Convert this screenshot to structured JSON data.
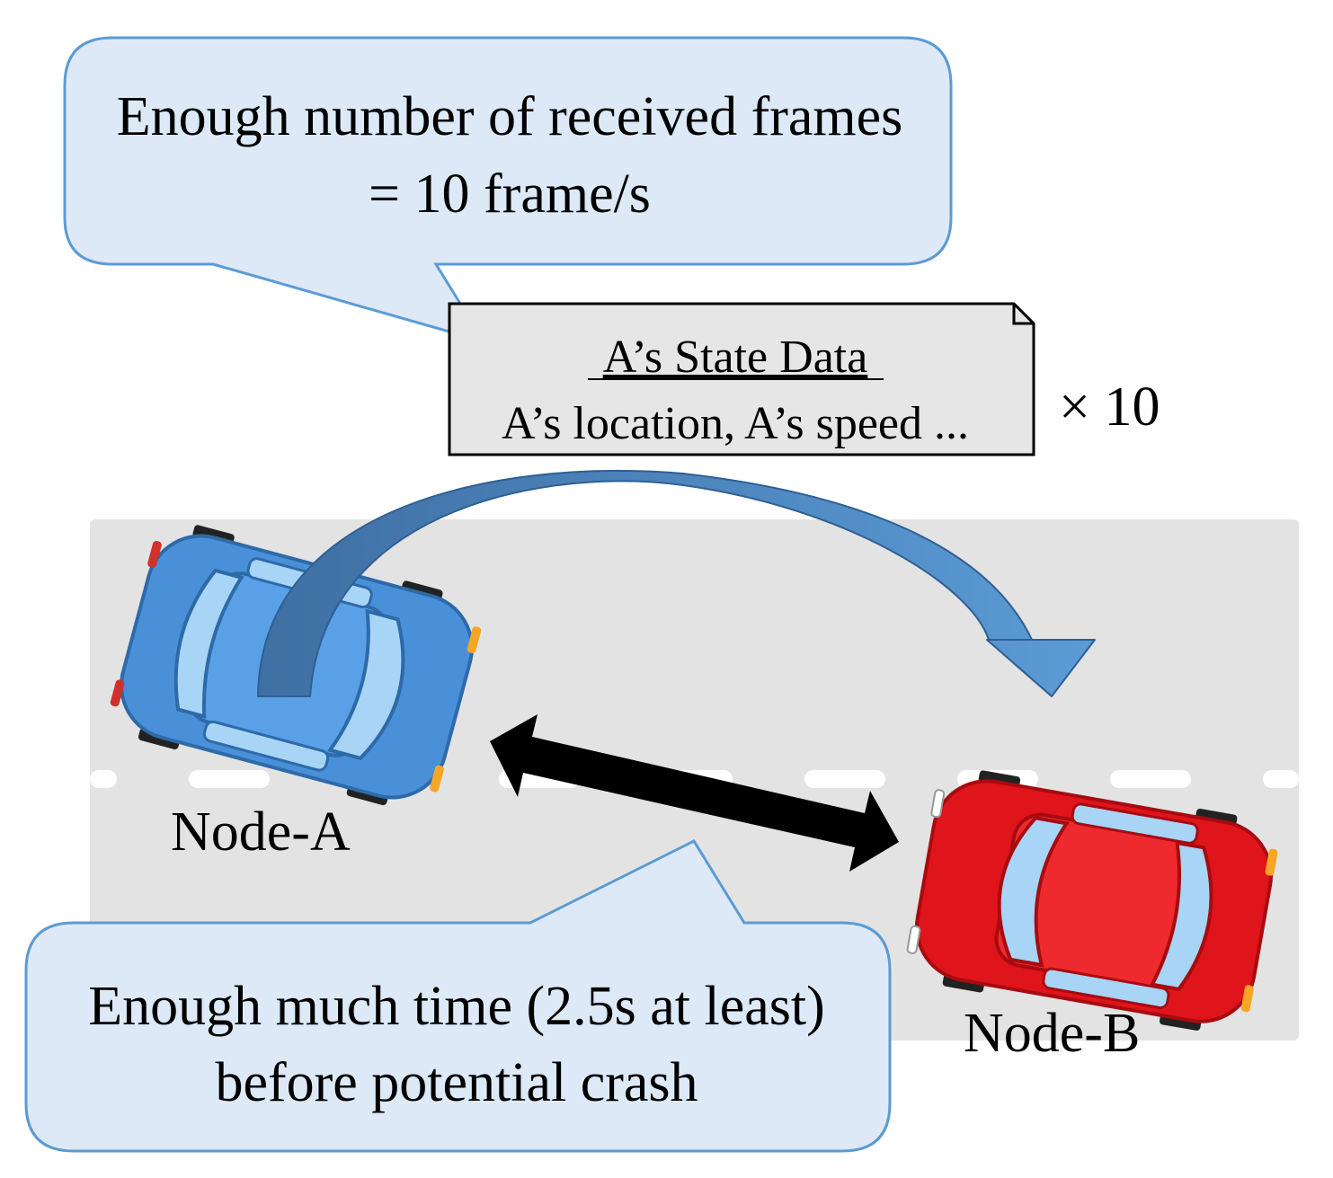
{
  "callout_top": {
    "line1": "Enough number of received frames",
    "line2": "= 10 frame/s"
  },
  "packet": {
    "title": "A’s State Data",
    "body": "A’s location, A’s speed ...",
    "multiplier": "× 10"
  },
  "callout_bottom": {
    "line1": "Enough much time (2.5s at least)",
    "line2": "before potential crash"
  },
  "nodes": {
    "a_label": "Node-A",
    "b_label": "Node-B"
  },
  "colors": {
    "callout_fill": "#dde9f6",
    "callout_stroke": "#5b9bd5",
    "packet_fill": "#e6e6e6",
    "road": "#e3e3e3",
    "car_a": "#4a90d9",
    "car_b": "#e0141b",
    "transmit_arrow": "#4e86c6",
    "distance_arrow": "#000000"
  }
}
